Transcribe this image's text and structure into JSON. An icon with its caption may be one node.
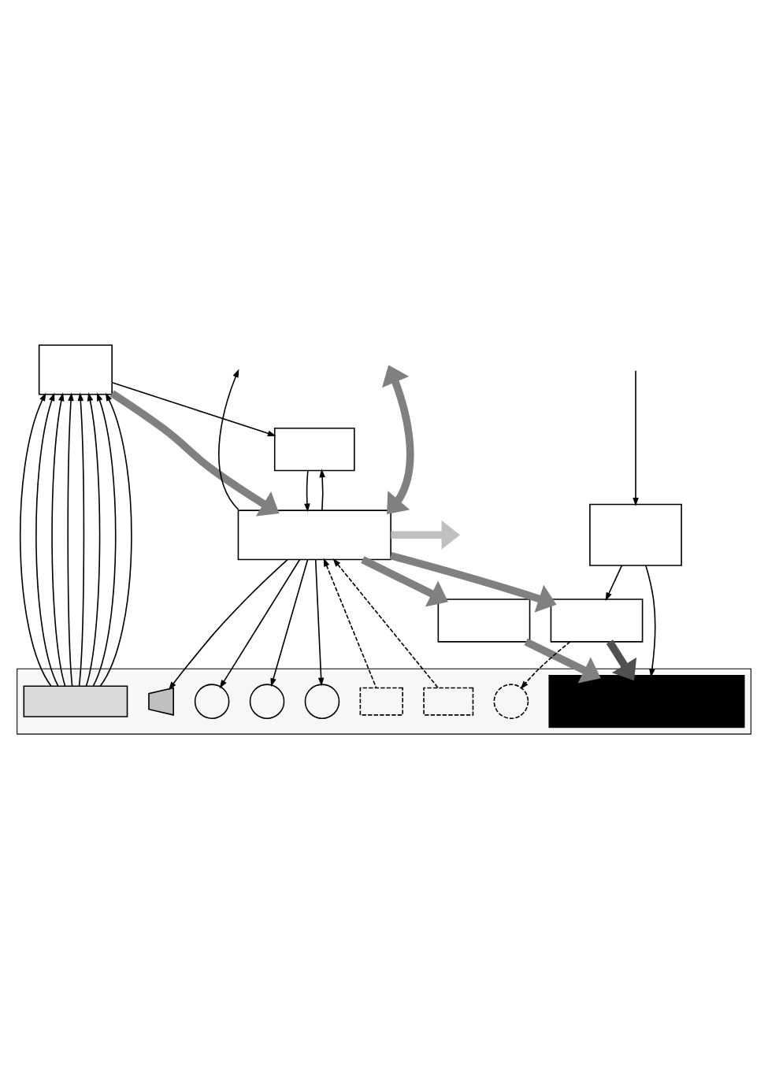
{
  "diagram": {
    "nodes": [
      {
        "text": [],
        "shape": "box"
      },
      {
        "text": [],
        "shape": "box"
      },
      {
        "text": [],
        "shape": "box"
      },
      {
        "text": [],
        "shape": "box"
      },
      {
        "text": [],
        "shape": "box"
      },
      {
        "text": [],
        "shape": "box"
      },
      {
        "text": [],
        "shape": "box"
      },
      {
        "text": [],
        "shape": "box",
        "in": 0
      },
      {
        "text": [],
        "shape": "circle",
        "in": 0
      },
      {
        "text": [],
        "shape": "circle",
        "in": 0
      },
      {
        "text": [],
        "shape": "circle",
        "in": 0
      },
      {
        "text": [],
        "shape": "box",
        "in": 0
      },
      {
        "text": [],
        "shape": "box",
        "in": 0
      },
      {
        "text": [],
        "shape": "speaker",
        "in": 0
      },
      {
        "text": [],
        "shape": "box",
        "in": 0
      },
      {
        "text": [],
        "shape": "circle",
        "in": 0
      }
    ],
    "edges": [
      {
        "from": 7,
        "to": 1,
        "arrow": "to"
      },
      {
        "from": 7,
        "to": 1,
        "arrow": "to"
      },
      {
        "from": 7,
        "to": 1,
        "arrow": "to"
      },
      {
        "from": 7,
        "to": 1,
        "arrow": "to"
      },
      {
        "from": 7,
        "to": 1,
        "arrow": "to"
      },
      {
        "from": 7,
        "to": 1,
        "arrow": "to"
      },
      {
        "from": 7,
        "to": 1,
        "arrow": "to"
      },
      {
        "from": 7,
        "to": 1,
        "arrow": "to"
      },
      {
        "from": 1,
        "to": 3,
        "arrow": "to",
        "style": "thick",
        "color": "#808080"
      },
      {
        "from": 1,
        "to": 2,
        "arrow": "to"
      },
      {
        "from": 3,
        "to": 2,
        "arrow": "to"
      },
      {
        "from": 2,
        "to": 3,
        "arrow": "to"
      },
      {
        "from": 3,
        "to": null,
        "arrow": "to"
      },
      {
        "from": 3,
        "to": null,
        "arrow": "both",
        "style": "thick",
        "color": "#808080"
      },
      {
        "from": 3,
        "to": 4,
        "arrow": "to",
        "style": "thick",
        "color": "#808080"
      },
      {
        "from": 3,
        "to": 5,
        "arrow": "to",
        "style": "thick",
        "color": "#808080"
      },
      {
        "from": 3,
        "to": null,
        "arrow": "to",
        "style": "thick",
        "color": "#c0c0c0"
      },
      {
        "from": 4,
        "to": 14,
        "arrow": "to",
        "style": "thick",
        "color": "#808080"
      },
      {
        "from": 5,
        "to": 14,
        "arrow": "to",
        "style": "thick",
        "color": "#505050"
      },
      {
        "from": 5,
        "to": 15,
        "arrow": "to",
        "style": "dashed"
      },
      {
        "from": 6,
        "to": 5,
        "arrow": "to"
      },
      {
        "from": null,
        "to": 6,
        "arrow": "to"
      },
      {
        "from": 6,
        "to": 14,
        "arrow": "to"
      },
      {
        "from": 3,
        "to": 8,
        "arrow": "to"
      },
      {
        "from": 3,
        "to": 9,
        "arrow": "to"
      },
      {
        "from": 3,
        "to": 10,
        "arrow": "to"
      },
      {
        "from": 3,
        "to": 13,
        "arrow": "to"
      },
      {
        "from": 11,
        "to": 3,
        "arrow": "to",
        "style": "dashed"
      },
      {
        "from": 12,
        "to": 3,
        "arrow": "to",
        "style": "dashed"
      }
    ]
  }
}
